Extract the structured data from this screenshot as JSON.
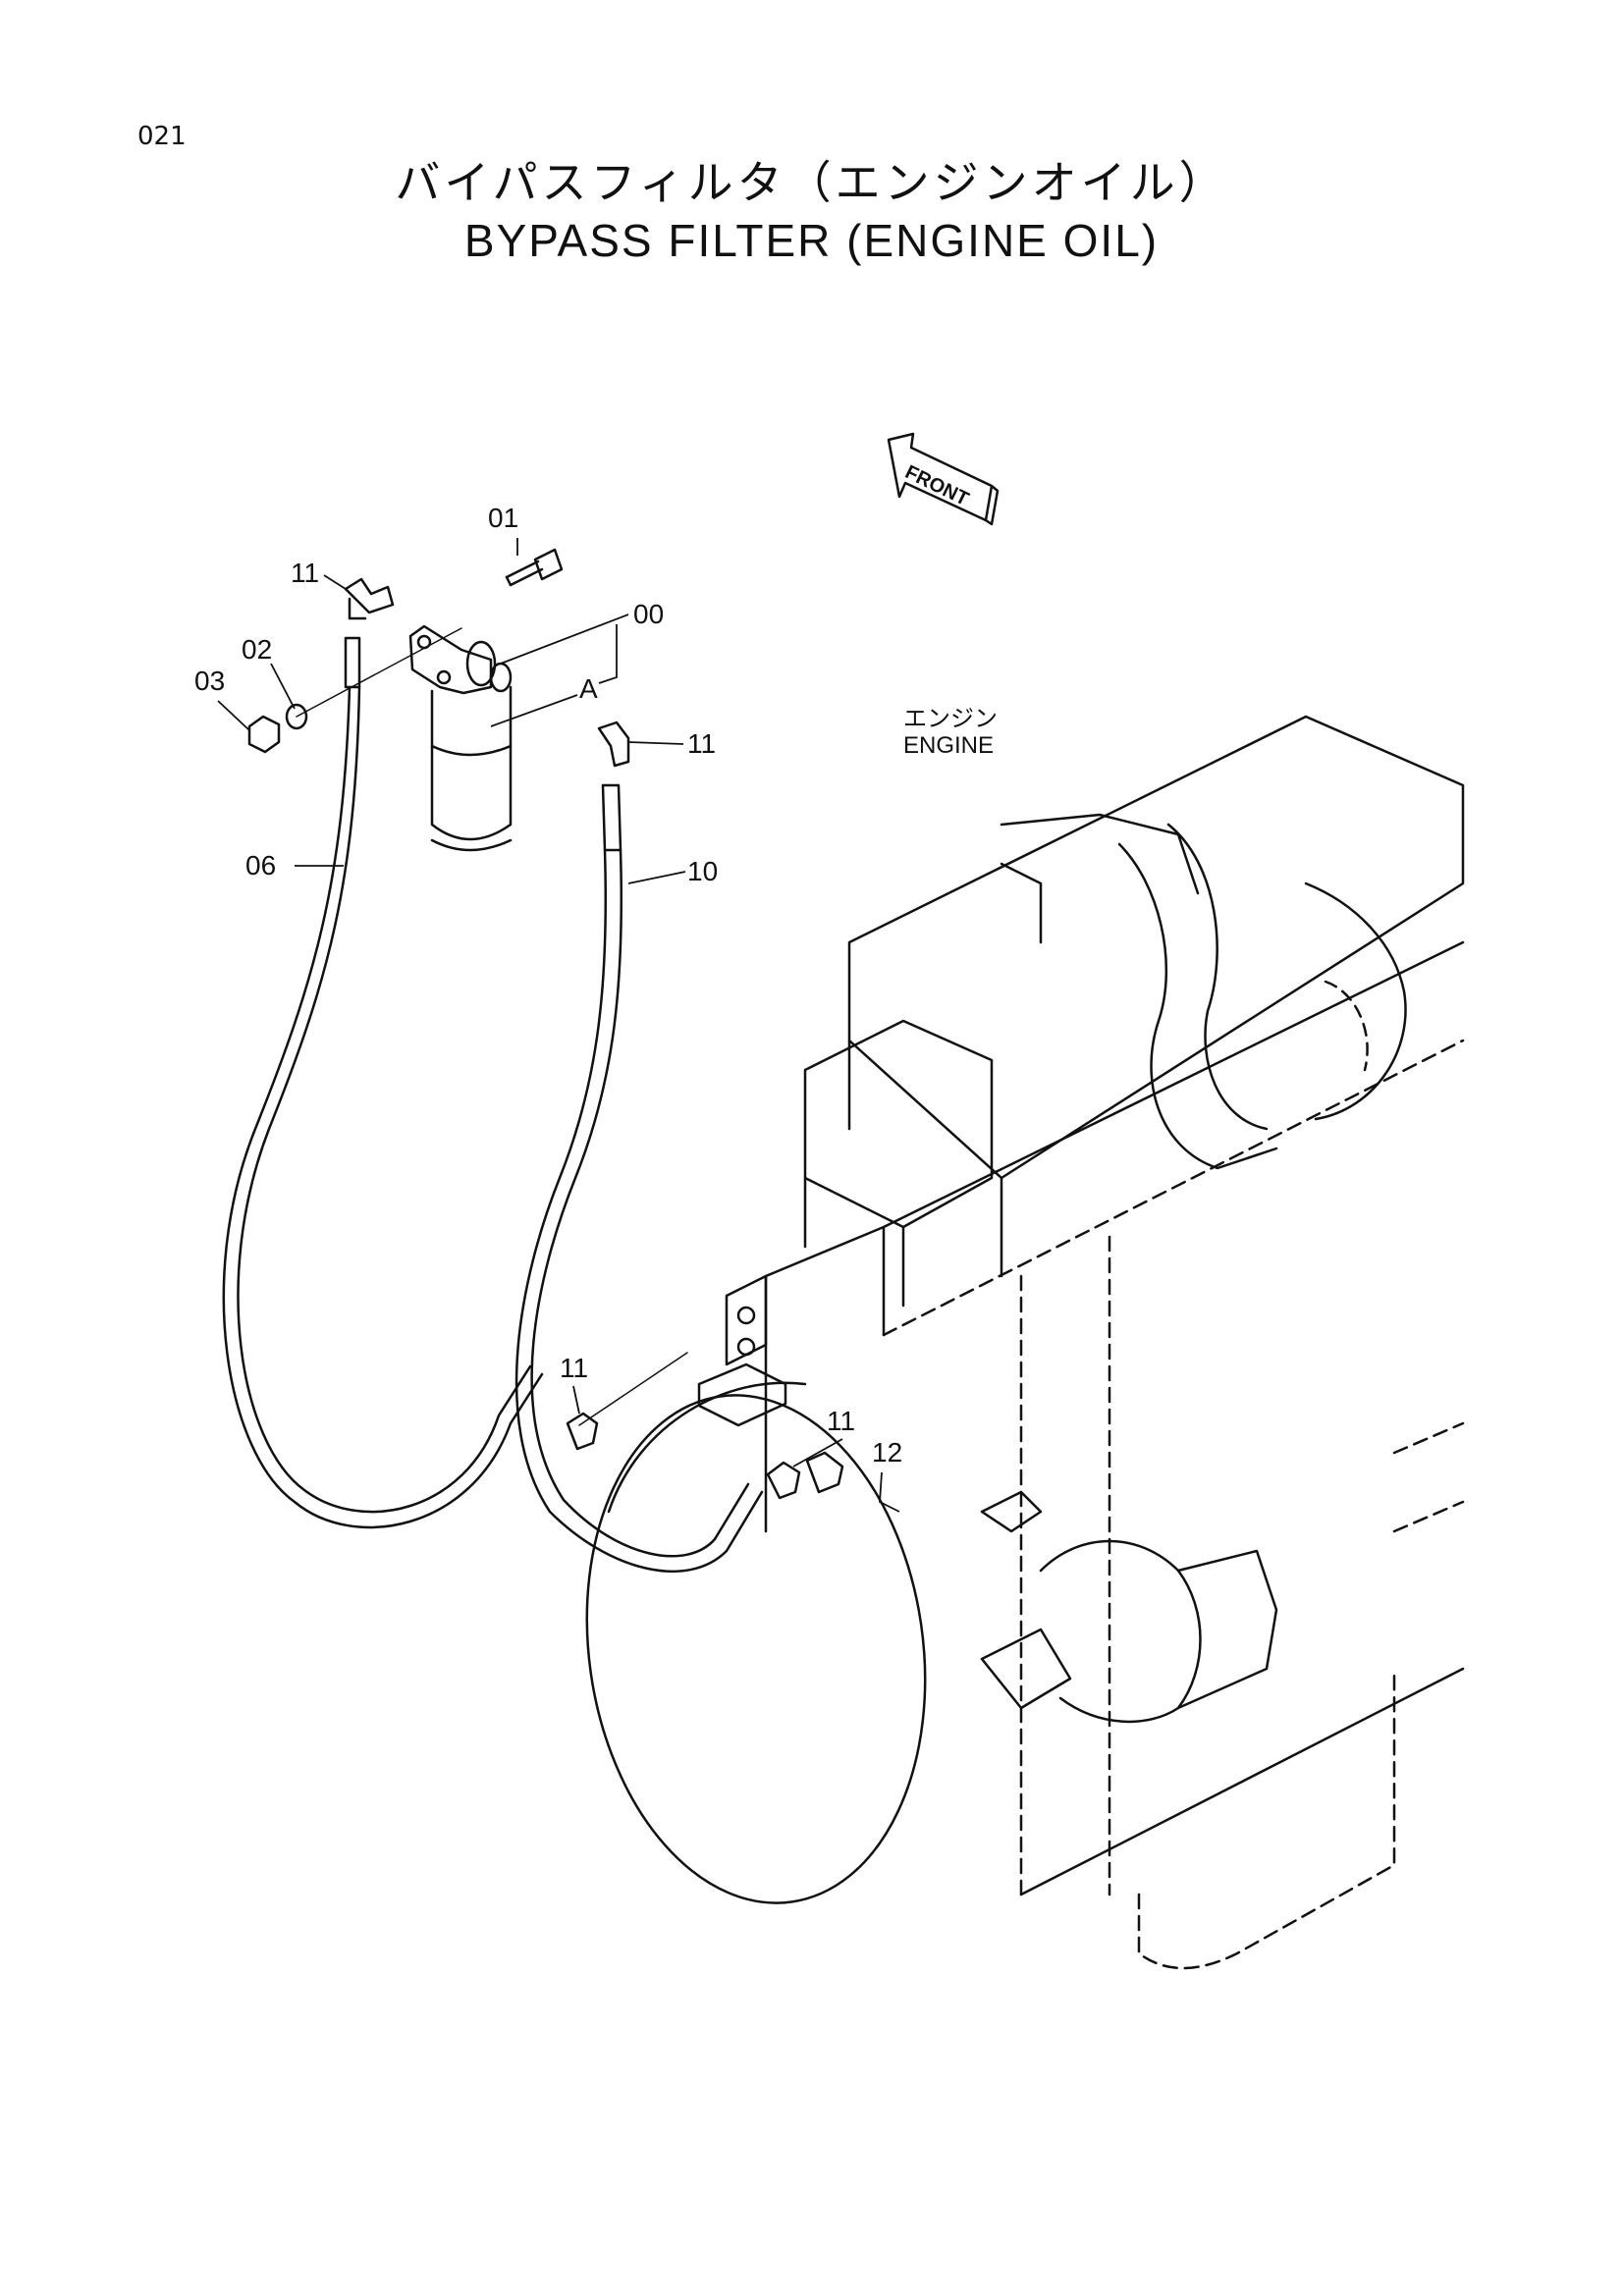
{
  "page": {
    "number": "021",
    "title_jp": "バイパスフィルタ（エンジンオイル）",
    "title_en": "BYPASS FILTER (ENGINE OIL)"
  },
  "front_marker": "FRONT",
  "engine_label": {
    "jp": "エンジン",
    "en": "ENGINE"
  },
  "callouts": {
    "c00": "00",
    "c01": "01",
    "c02": "02",
    "c03": "03",
    "c06": "06",
    "c10": "10",
    "c11a": "11",
    "c11b": "11",
    "c11c": "11",
    "c11d": "11",
    "c12": "12",
    "cA": "A"
  },
  "colors": {
    "line": "#111111",
    "paper": "#ffffff"
  }
}
